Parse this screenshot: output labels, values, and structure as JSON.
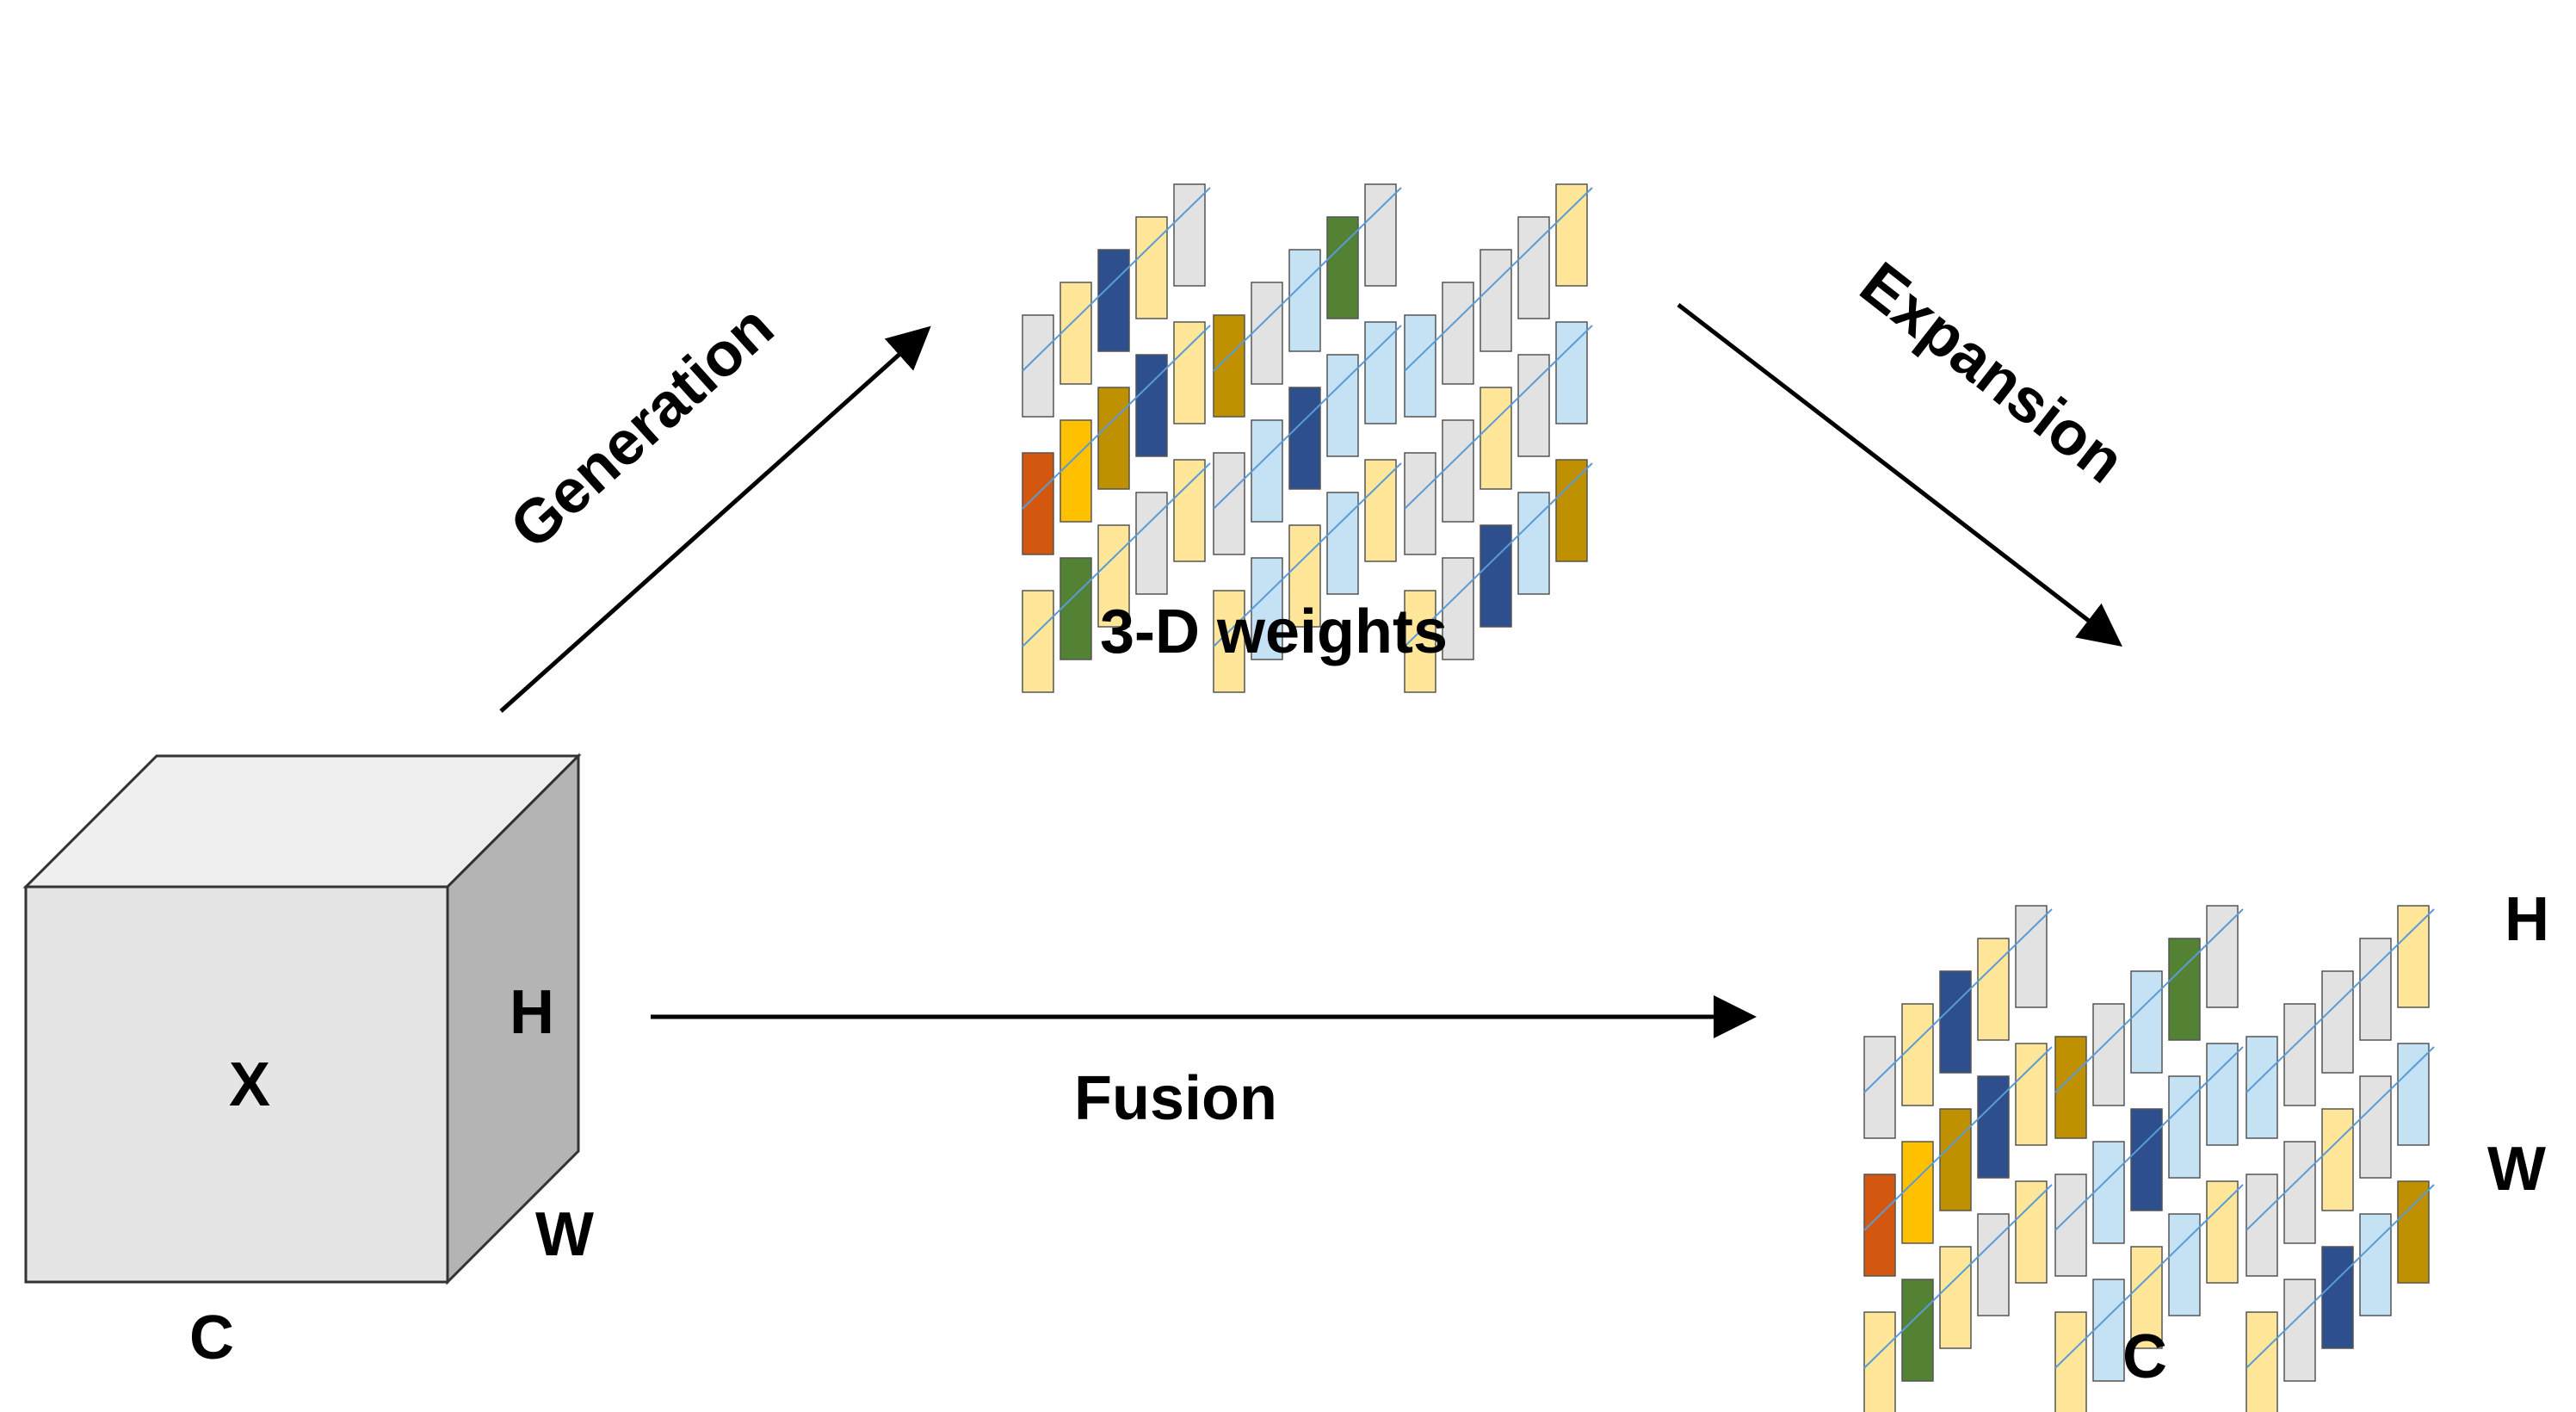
{
  "labels": {
    "generation": "Generation",
    "expansion": "Expansion",
    "fusion": "Fusion",
    "weights_caption": "3-D weights",
    "cube_x": "X",
    "cube_h": "H",
    "cube_w": "W",
    "cube_c": "C",
    "out_h": "H",
    "out_w": "W",
    "out_c": "C"
  },
  "colors": {
    "cube_front": "#e5e5e5",
    "cube_top": "#efefef",
    "cube_side": "#b4b4b4",
    "orange_red": "#d4570f",
    "gold": "#ffc000",
    "dark_gold": "#bf9000",
    "navy": "#2e4f8e",
    "green": "#548235",
    "light_yellow": "#ffe699",
    "light_blue": "#c5e2f5",
    "light_gray": "#e2e2e2",
    "diagonal_line": "#5b9bd5"
  },
  "weights_grid": {
    "blocks": [
      [
        [
          "light_gray",
          "light_yellow",
          "navy",
          "light_yellow",
          "light_gray"
        ],
        [
          "orange_red",
          "gold",
          "dark_gold",
          "navy",
          "light_yellow"
        ],
        [
          "light_yellow",
          "green",
          "light_yellow",
          "light_gray",
          "light_yellow"
        ]
      ],
      [
        [
          "dark_gold",
          "light_gray",
          "light_blue",
          "green",
          "light_gray"
        ],
        [
          "light_gray",
          "light_blue",
          "navy",
          "light_blue",
          "light_blue"
        ],
        [
          "light_yellow",
          "light_blue",
          "light_yellow",
          "light_blue",
          "light_yellow"
        ]
      ],
      [
        [
          "light_blue",
          "light_gray",
          "light_gray",
          "light_gray",
          "light_yellow"
        ],
        [
          "light_gray",
          "light_gray",
          "light_yellow",
          "light_gray",
          "light_blue"
        ],
        [
          "light_yellow",
          "light_gray",
          "navy",
          "light_blue",
          "dark_gold"
        ]
      ]
    ]
  }
}
